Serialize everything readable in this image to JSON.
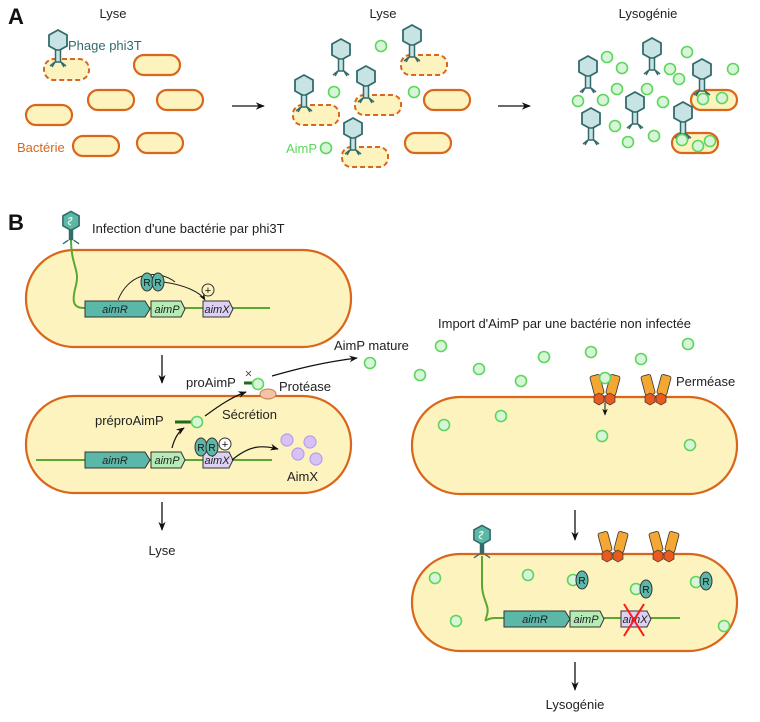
{
  "colors": {
    "cell_fill": "#fdf3be",
    "cell_stroke": "#d9661a",
    "phage_fill": "#c7e3e3",
    "phage_stroke": "#336b6b",
    "aimp_fill": "#d9f5d9",
    "aimp_stroke": "#5cd65c",
    "aimR_fill": "#5bb8a8",
    "aimP_fill": "#b5ecb5",
    "aimX_fill": "#ddd0f5",
    "aimX_protein": "#d7c2f5",
    "dna": "#5aa832",
    "permease_top": "#f5a733",
    "permease_bottom": "#e85a1e",
    "protease": "#f3c3a3",
    "cross": "#ff1a1a"
  },
  "panel_a": {
    "label": "A",
    "stage1_title": "Lyse",
    "stage2_title": "Lyse",
    "stage3_title": "Lysogénie",
    "phage_label": "Phage phi3T",
    "bacteria_label": "Bactérie",
    "aimp_label": "AimP"
  },
  "panel_b": {
    "label": "B",
    "infection_title": "Infection d'une bactérie par phi3T",
    "import_title": "Import d'AimP par une bactérie non infectée",
    "genes": [
      "aimR",
      "aimP",
      "aimX"
    ],
    "aimr_protein": "R",
    "plus_sign": "+",
    "prepro_label": "préproAimP",
    "pro_label": "proAimP",
    "mature_label": "AimP mature",
    "protease_label": "Protéase",
    "secretion_label": "Sécrétion",
    "aimx_label": "AimX",
    "permease_label": "Perméase",
    "outcome_left": "Lyse",
    "outcome_right": "Lysogénie"
  }
}
